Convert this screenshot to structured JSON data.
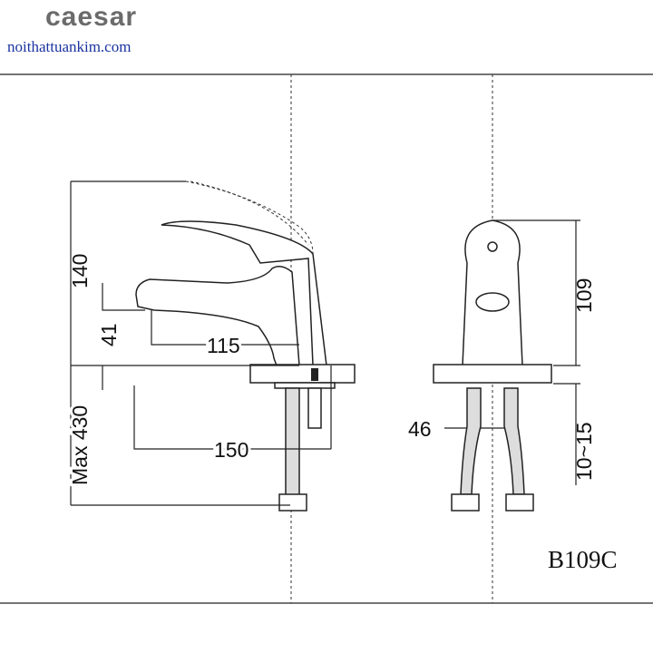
{
  "brand": {
    "logo": "caesar",
    "website": "noithattuankim.com"
  },
  "model": "B109C",
  "dimensions": {
    "side_total_height": "140",
    "side_spout_height": "41",
    "side_spout_reach": "115",
    "side_overall_reach": "150",
    "side_hose_length": "Max 430",
    "front_height": "109",
    "front_hose_spacing": "46",
    "front_counter_thickness": "10~15"
  }
}
